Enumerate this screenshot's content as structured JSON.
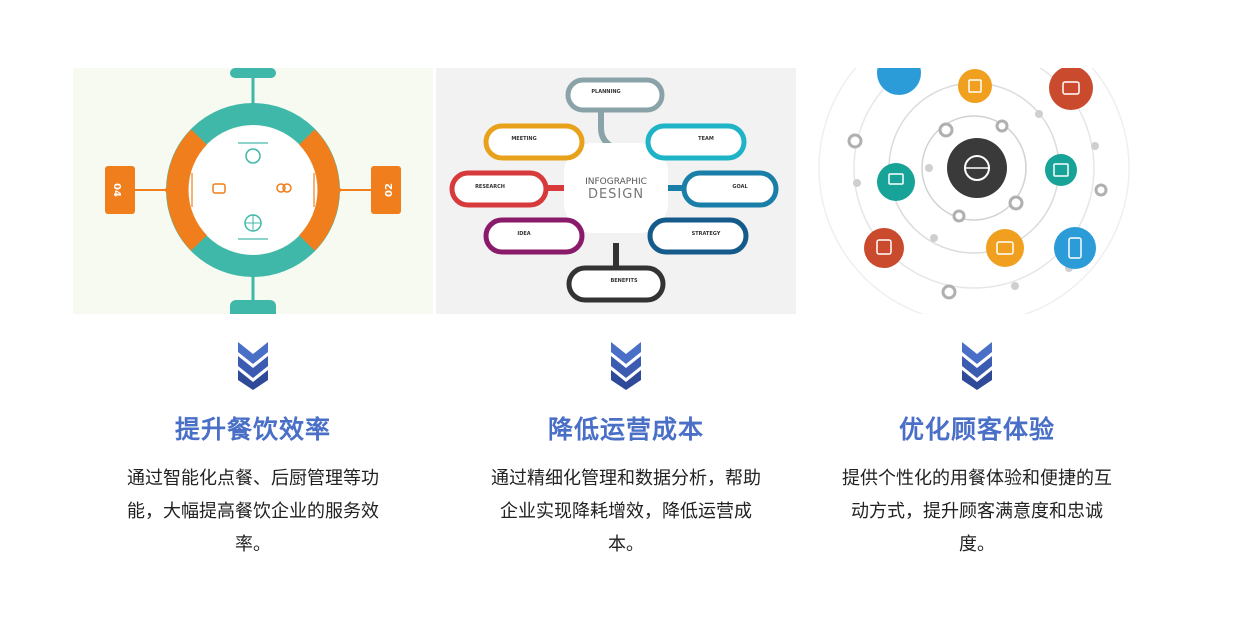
{
  "features": [
    {
      "title": "提升餐饮效率",
      "description": "通过智能化点餐、后厨管理等功能，大幅提高餐饮企业的服务效率。"
    },
    {
      "title": "降低运营成本",
      "description": "通过精细化管理和数据分析，帮助企业实现降耗增效，降低运营成本。"
    },
    {
      "title": "优化顾客体验",
      "description": "提供个性化的用餐体验和便捷的互动方式，提升顾客满意度和忠诚度。"
    }
  ],
  "infographic2": {
    "center_line1": "INFOGRAPHIC",
    "center_line2": "DESIGN",
    "labels": [
      "PLANNING",
      "TEAM",
      "GOAL",
      "STRATEGY",
      "BENEFITS",
      "IDEA",
      "RESEARCH",
      "MEETING"
    ]
  },
  "infographic1": {
    "side_left": "04",
    "side_right": "02"
  },
  "colors": {
    "accent_blue": "#4a6fc7",
    "teal": "#3fb8a9",
    "orange": "#f07e1c"
  }
}
